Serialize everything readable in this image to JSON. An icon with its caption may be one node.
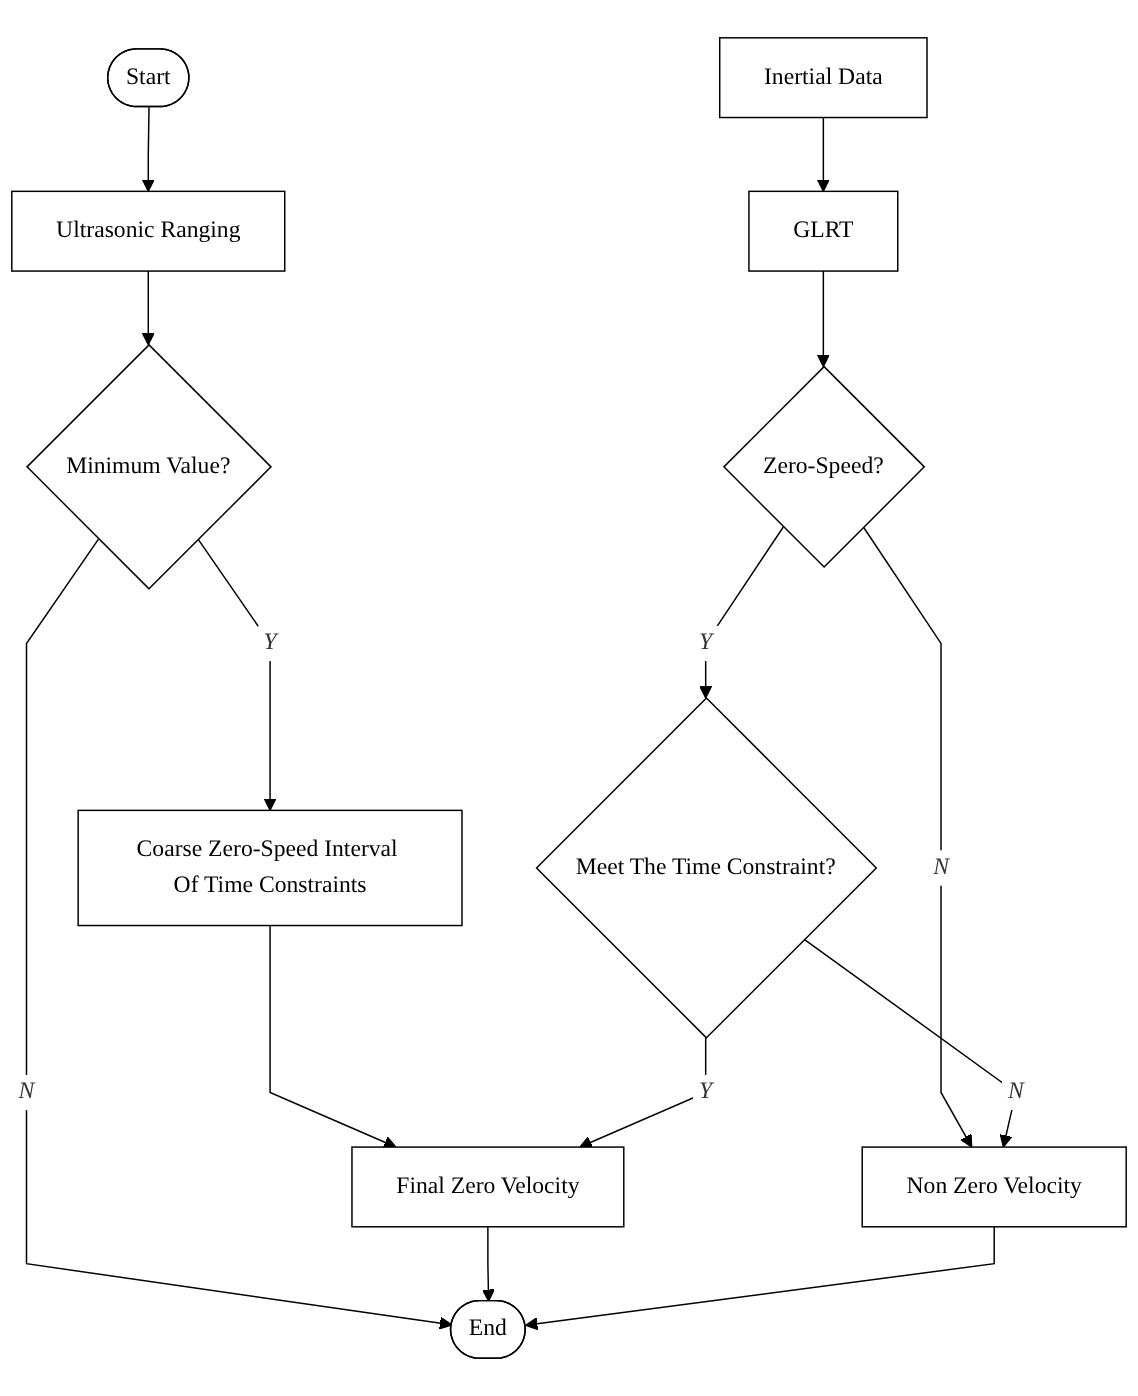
{
  "diagram": {
    "nodes": [
      {
        "text": [
          "Start"
        ]
      },
      {
        "text": [
          "Ultrasonic Ranging"
        ]
      },
      {
        "text": [
          "Minimum Value?"
        ]
      },
      {
        "text": [
          "Coarse Zero-Speed Interval Of Time Constraints"
        ]
      },
      {
        "text": [
          "Final Zero Velocity"
        ]
      },
      {
        "text": [
          "Inertial Data"
        ]
      },
      {
        "text": [
          "GLRT"
        ]
      },
      {
        "text": [
          "Zero-Speed?"
        ]
      },
      {
        "text": [
          "Meet The Time Constraint?"
        ]
      },
      {
        "text": [
          "Non Zero Velocity"
        ]
      },
      {
        "text": [
          "End"
        ]
      }
    ],
    "edges": [
      {
        "from": 0,
        "to": 1,
        "arrow": "to"
      },
      {
        "from": 1,
        "to": 2,
        "arrow": "to"
      },
      {
        "from": 2,
        "to": 3,
        "arrow": "to",
        "label": "Y"
      },
      {
        "from": 2,
        "to": 10,
        "arrow": "to",
        "label": "N"
      },
      {
        "from": 3,
        "to": 4,
        "arrow": "to"
      },
      {
        "from": 5,
        "to": 6,
        "arrow": "to"
      },
      {
        "from": 6,
        "to": 7,
        "arrow": "to"
      },
      {
        "from": 7,
        "to": 8,
        "arrow": "to",
        "label": "Y"
      },
      {
        "from": 7,
        "to": 9,
        "arrow": "to",
        "label": "N"
      },
      {
        "from": 8,
        "to": 4,
        "arrow": "to",
        "label": "Y"
      },
      {
        "from": 8,
        "to": 9,
        "arrow": "to",
        "label": "N"
      },
      {
        "from": 4,
        "to": 10,
        "arrow": "to"
      },
      {
        "from": 9,
        "to": 10,
        "arrow": "to"
      }
    ]
  }
}
